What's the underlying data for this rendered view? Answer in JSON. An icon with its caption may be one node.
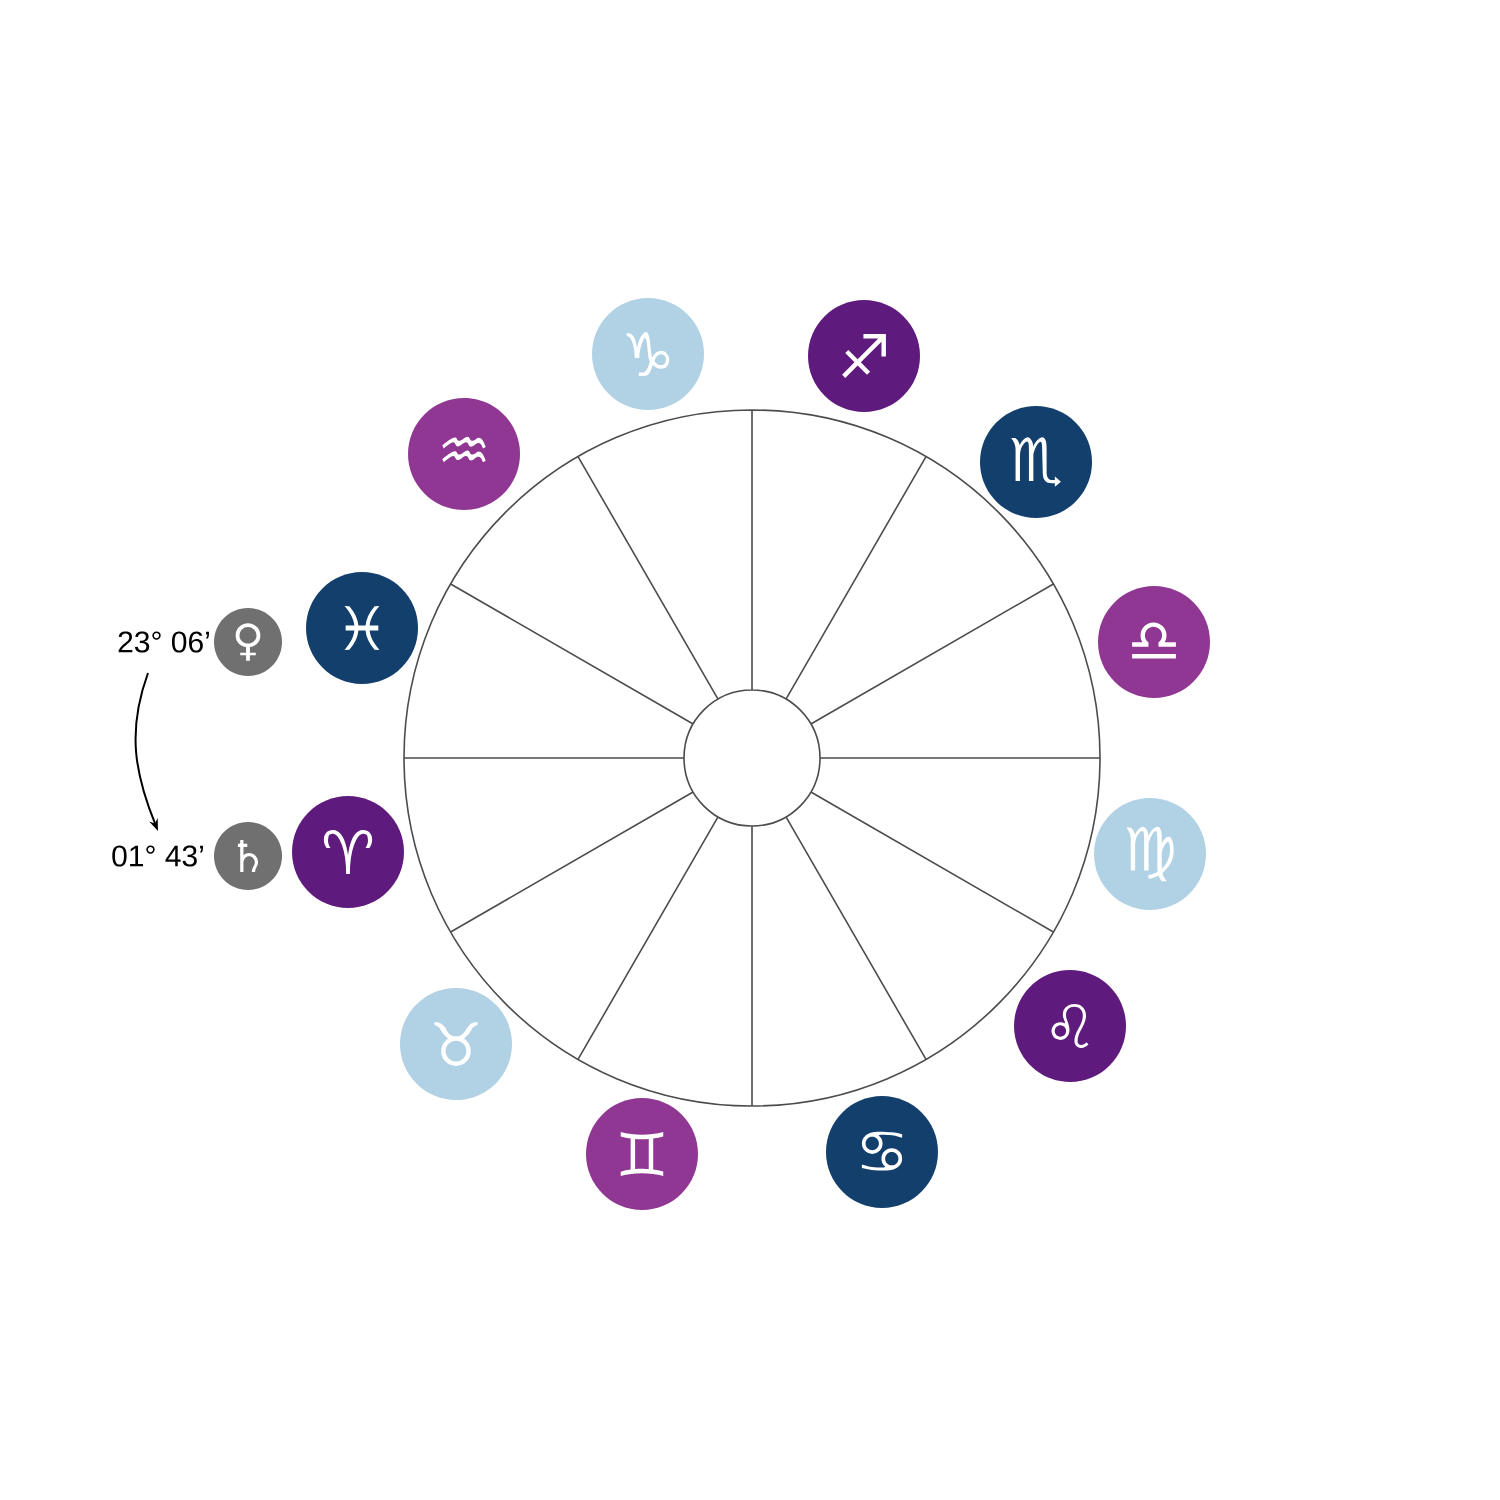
{
  "diagram": {
    "nodes": [
      {
        "text": [
          "♑"
        ]
      },
      {
        "text": [
          "♐"
        ]
      },
      {
        "text": [
          "♒"
        ]
      },
      {
        "text": [
          "♏"
        ]
      },
      {
        "text": [
          "23° 06’"
        ]
      },
      {
        "text": [
          "♀"
        ]
      },
      {
        "text": [
          "♓"
        ]
      },
      {
        "text": [
          "♎"
        ]
      },
      {
        "text": [
          "01° 43’"
        ]
      },
      {
        "text": [
          "♄"
        ]
      },
      {
        "text": [
          "♈"
        ]
      },
      {
        "text": [
          "♍"
        ]
      },
      {
        "text": [
          "♉"
        ]
      },
      {
        "text": [
          "♌"
        ]
      },
      {
        "text": [
          "♊"
        ]
      },
      {
        "text": [
          "♋"
        ]
      }
    ],
    "edges": [
      {
        "from": 4,
        "to": 8,
        "arrow": "to"
      }
    ]
  }
}
